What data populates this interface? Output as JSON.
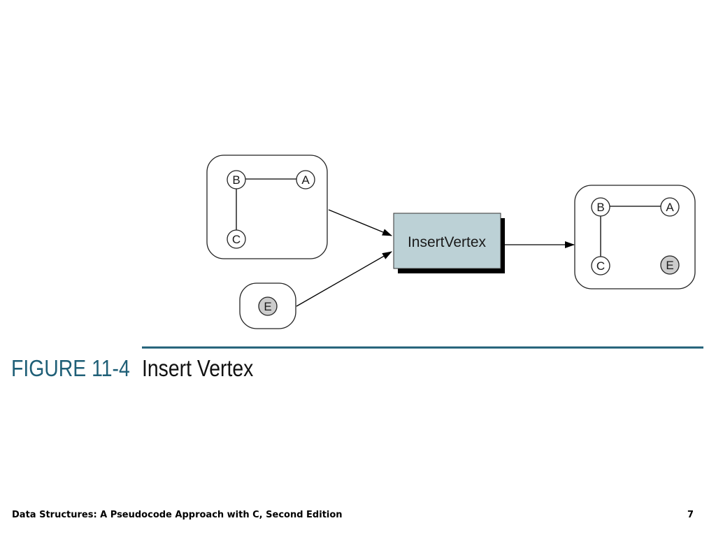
{
  "figure": {
    "number": "FIGURE 11-4",
    "title": "Insert Vertex"
  },
  "operation": {
    "label": "InsertVertex"
  },
  "input_graph": {
    "vertices": [
      "B",
      "A",
      "C"
    ]
  },
  "new_vertex": {
    "label": "E"
  },
  "output_graph": {
    "vertices": [
      "B",
      "A",
      "C",
      "E"
    ]
  },
  "footer": {
    "book_title": "Data Structures: A Pseudocode Approach with C, Second Edition",
    "page_number": "7"
  },
  "colors": {
    "rule_line": "#1f5f77",
    "operation_fill": "#bcd1d6",
    "highlight_vertex_fill": "#cccccc"
  }
}
